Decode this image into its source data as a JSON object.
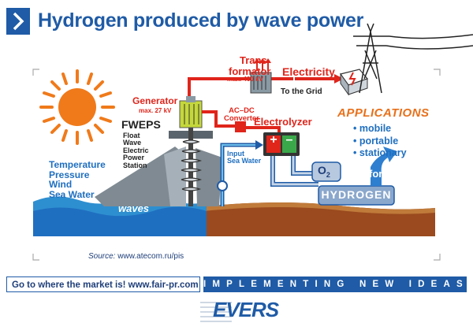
{
  "title": "Hydrogen produced by wave power",
  "labels": {
    "transformator": [
      "Trans-",
      "formator"
    ],
    "transformator_spec": "max. 400 kV",
    "electricity": "Electricity",
    "to_grid": "To the Grid",
    "generator": "Generator",
    "generator_spec": "max. 27 kV",
    "converter": [
      "AC–DC",
      "Converter"
    ],
    "electrolyzer": "Electrolyzer",
    "fweps": "FWEPS",
    "fweps_full": [
      "Float",
      "Wave",
      "Electric",
      "Power",
      "Station"
    ],
    "input": [
      "Input",
      "Sea Water"
    ],
    "conditions": [
      "Temperature",
      "Pressure",
      "Wind",
      "Sea Water"
    ],
    "waves": "waves",
    "o2": "O",
    "o2_sub": "2",
    "for": "for",
    "hydrogen": "HYDROGEN",
    "plus": "+",
    "minus": "–"
  },
  "applications": {
    "heading": "APPLICATIONS",
    "items": [
      "• mobile",
      "• portable",
      "• stationary"
    ]
  },
  "source": {
    "prefix": "Source:",
    "url": "www.atecom.ru/pis"
  },
  "footer": {
    "left": "Go to where the market is!  www.fair-pr.com",
    "right": "IMPLEMENTING NEW IDEAS"
  },
  "logo": {
    "text": "EVERS"
  },
  "colors": {
    "accent_blue": "#1f5ba6",
    "red": "#e0251b",
    "wave_blue": "#2e8fd0",
    "earth": "#9a4a1e",
    "sun": "#f07a1a"
  }
}
